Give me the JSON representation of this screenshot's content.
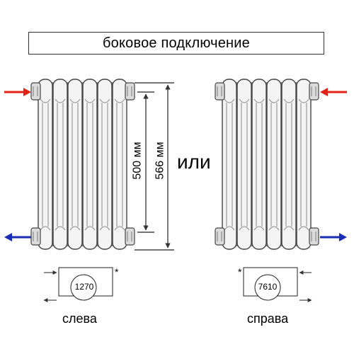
{
  "header": {
    "title": "боковое подключение"
  },
  "separator_text": "или",
  "dimensions": {
    "inner_height": "500 мм",
    "outer_height": "566 мм"
  },
  "left_variant": {
    "code": "1270",
    "caption": "слева",
    "mark": "*"
  },
  "right_variant": {
    "code": "7610",
    "caption": "справа",
    "mark": "*"
  },
  "colors": {
    "inlet_arrow": "#e2231a",
    "outlet_arrow": "#1a2db5",
    "radiator_fill": "#f4f4f4",
    "radiator_stroke": "#444444"
  }
}
